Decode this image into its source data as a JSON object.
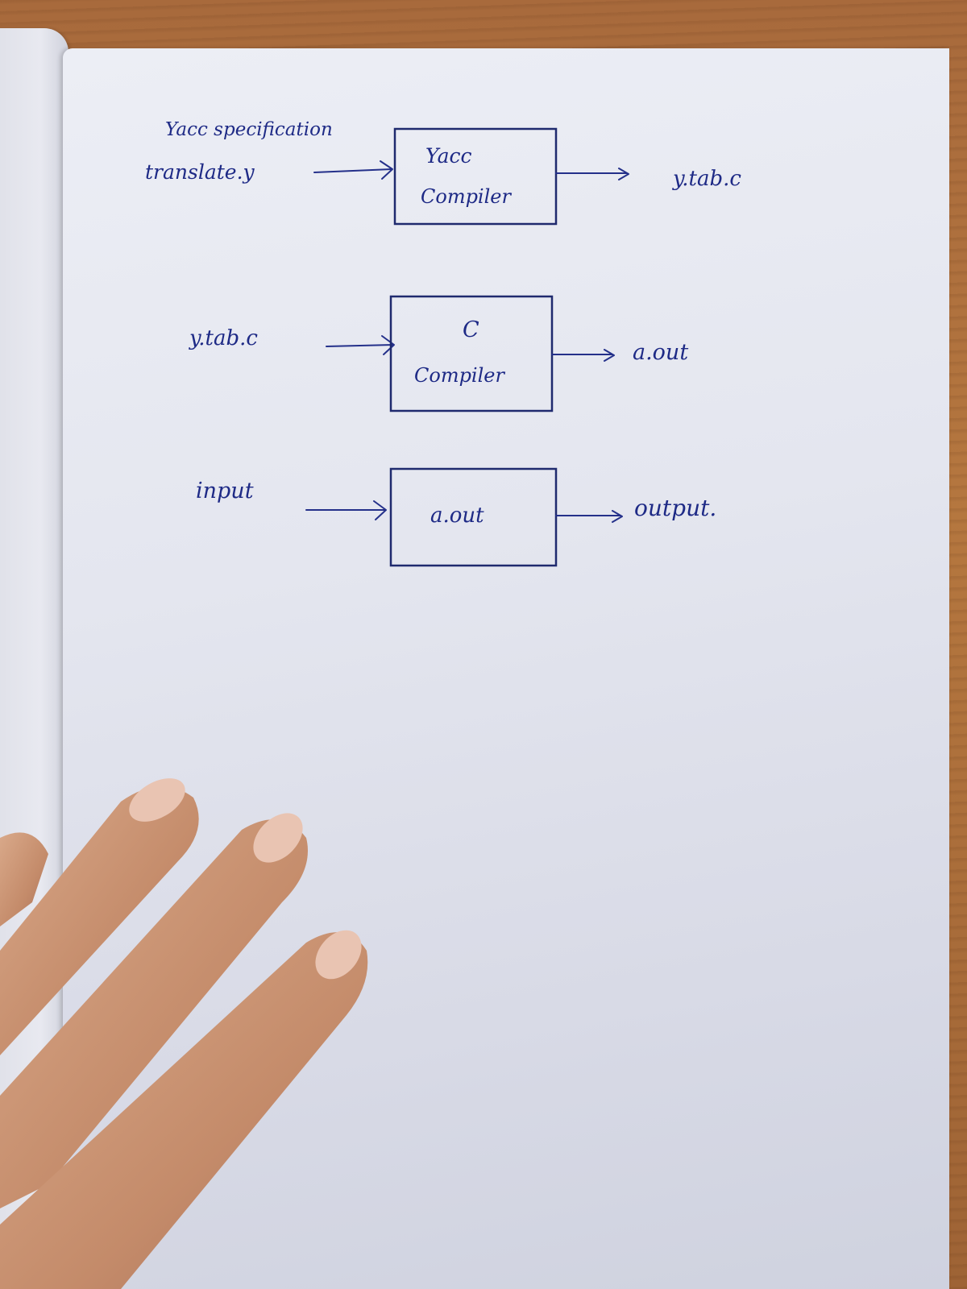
{
  "diagram": {
    "rows": [
      {
        "input_lines": [
          "Yacc specification",
          "translate.y"
        ],
        "box_lines": [
          "Yacc",
          "Compiler"
        ],
        "output": "y.tab.c"
      },
      {
        "input_lines": [
          "y.tab.c"
        ],
        "box_lines": [
          "C",
          "Compiler"
        ],
        "output": "a.out"
      },
      {
        "input_lines": [
          "input"
        ],
        "box_lines": [
          "a.out"
        ],
        "output": "output."
      }
    ]
  },
  "colors": {
    "ink": "#1e2a86",
    "paper": "#e6e8f0",
    "desk": "#b5773f"
  }
}
